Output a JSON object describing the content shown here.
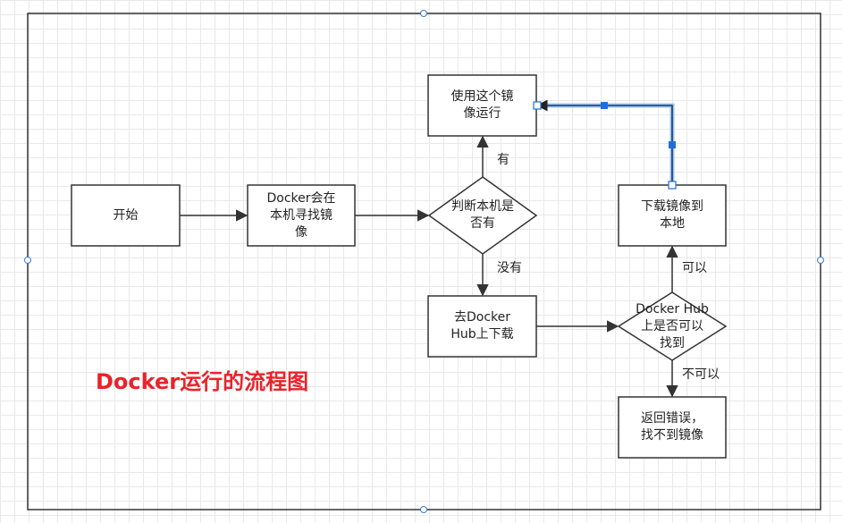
{
  "diagram": {
    "title": "Docker运行的流程图",
    "title_color": "#e8232a",
    "selected_edge_color": "#1f6fd8",
    "nodes": {
      "start": "开始",
      "local_search": "Docker会在\n本机寻找镜\n像",
      "check_local": "判断本机是\n否有",
      "run_image": "使用这个镜\n像运行",
      "hub_download": "去Docker\nHub上下载",
      "check_hub": "Docker Hub\n上是否可以\n找到",
      "download_local": "下载镜像到\n本地",
      "return_error": "返回错误，\n找不到镜像"
    },
    "edges": {
      "yes": "有",
      "no": "没有",
      "can": "可以",
      "cannot": "不可以"
    }
  }
}
